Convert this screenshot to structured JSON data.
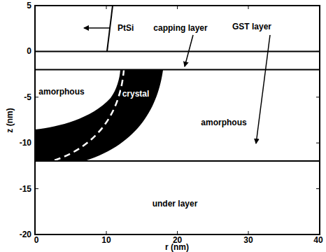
{
  "diagram": {
    "labels": [
      "PtSi",
      "capping layer",
      "GST layer",
      "amorphous",
      "crystal",
      "amorphous",
      "under layer",
      "5",
      "0",
      "-5",
      "-10",
      "-15",
      "-20",
      "0",
      "10",
      "20",
      "30",
      "40",
      "z (nm)",
      "r (nm)"
    ]
  }
}
